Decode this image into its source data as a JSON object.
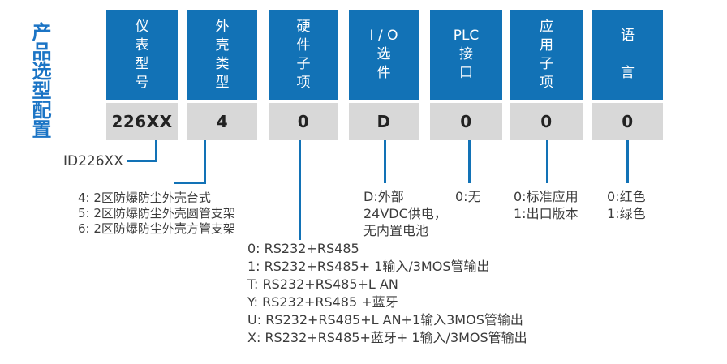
{
  "title": "产品选型配置",
  "colors": {
    "accent_blue": "#1272b6",
    "title_blue": "#1b74c5",
    "value_gray": "#d8d8d8"
  },
  "columns": [
    {
      "name": "仪表型号",
      "header": "仪\n表\n型\n号",
      "value": "226XX"
    },
    {
      "name": "外壳类型",
      "header": "外\n壳\n类\n型",
      "value": "4"
    },
    {
      "name": "硬件子项",
      "header": "硬\n件\n子\n项",
      "value": "0"
    },
    {
      "name": "I/O选件",
      "header": "I / O\n选\n件",
      "value": "D"
    },
    {
      "name": "PLC接口",
      "header": "PLC\n接\n口",
      "value": "0"
    },
    {
      "name": "应用子项",
      "header": "应\n用\n子\n项",
      "value": "0"
    },
    {
      "name": "语言",
      "header": "语\n\n言",
      "value": "0"
    }
  ],
  "annotations": {
    "model_code": "ID226XX",
    "housing_options": [
      "4: 2区防爆防尘外壳台式",
      "5: 2区防爆防尘外壳圆管支架",
      "6: 2区防爆防尘外壳方管支架"
    ],
    "hardware_options": [
      "0: RS232+RS485",
      "1: RS232+RS485+ 1输入/3MOS管输出",
      "T: RS232+RS485+L AN",
      "Y: RS232+RS485 +蓝牙",
      "U: RS232+RS485+L AN+1输入3MOS管输出",
      "X: RS232+RS485+蓝牙+ 1输入/3MOS管输出"
    ],
    "io_options": [
      "D:外部",
      "24VDC供电，",
      "无内置电池"
    ],
    "plc_options": [
      "0:无"
    ],
    "application_options": [
      "0:标准应用",
      "1:出口版本"
    ],
    "language_options": [
      "0:红色",
      "1:绿色"
    ]
  }
}
